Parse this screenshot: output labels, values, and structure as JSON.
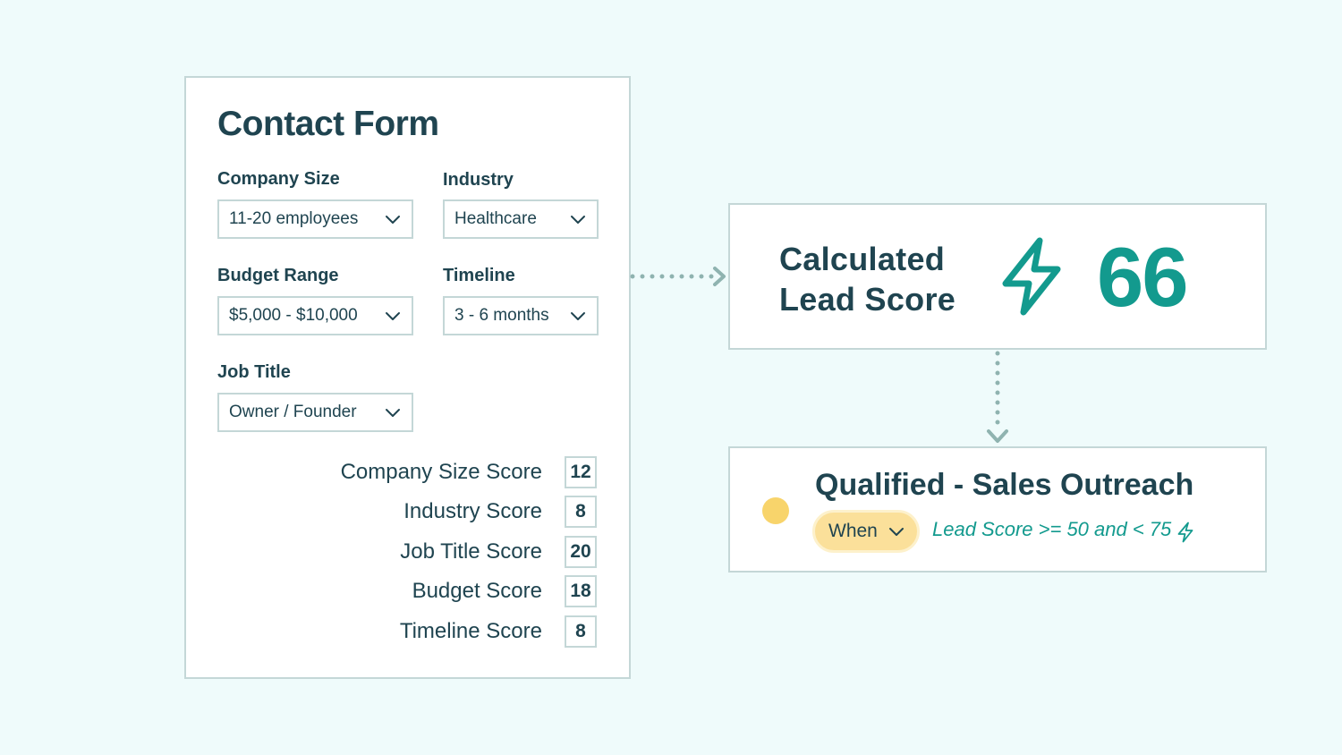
{
  "contact_form": {
    "title": "Contact Form",
    "fields": {
      "company_size": {
        "label": "Company Size",
        "value": "11-20 employees"
      },
      "industry": {
        "label": "Industry",
        "value": "Healthcare"
      },
      "budget_range": {
        "label": "Budget Range",
        "value": "$5,000 - $10,000"
      },
      "timeline": {
        "label": "Timeline",
        "value": "3 - 6 months"
      },
      "job_title": {
        "label": "Job Title",
        "value": "Owner / Founder"
      }
    },
    "scores": [
      {
        "label": "Company Size Score",
        "value": "12"
      },
      {
        "label": "Industry Score",
        "value": "8"
      },
      {
        "label": "Job Title Score",
        "value": "20"
      },
      {
        "label": "Budget Score",
        "value": "18"
      },
      {
        "label": "Timeline Score",
        "value": "8"
      }
    ]
  },
  "lead_score": {
    "label_line1": "Calculated",
    "label_line2": "Lead Score",
    "value": "66",
    "icon": "lightning-bolt-icon"
  },
  "outcome": {
    "title": "Qualified - Sales Outreach",
    "trigger": "When",
    "condition": "Lead Score >= 50 and < 75",
    "icon": "lightning-bolt-icon"
  },
  "colors": {
    "background": "#effbfb",
    "text_dark": "#1f4450",
    "accent_teal": "#139a8e",
    "border": "#c4d7d7",
    "connector": "#8fb3b0",
    "status_yellow": "#f8d46b",
    "pill_yellow": "#fbe09a"
  }
}
